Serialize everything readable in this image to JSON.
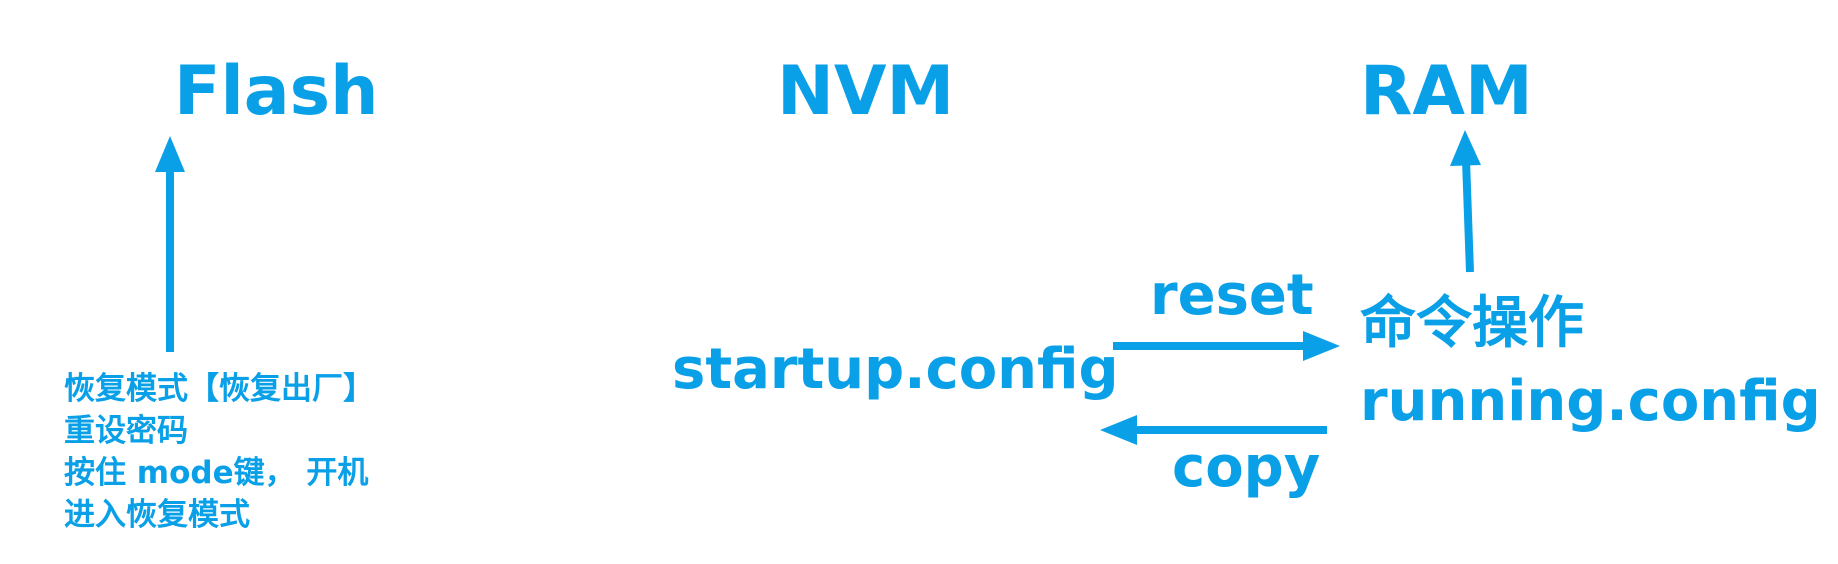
{
  "colors": {
    "accent": "#0aa0e8",
    "background": "#ffffff"
  },
  "headings": {
    "flash": "Flash",
    "nvm": "NVM",
    "ram": "RAM"
  },
  "nvm_file": "startup.config",
  "ram_block": {
    "line1": "命令操作",
    "line2": "running.config"
  },
  "edges": {
    "reset": "reset",
    "copy": "copy"
  },
  "flash_note": {
    "line1": "恢复模式【恢复出厂】",
    "line2": "重设密码",
    "line3": "按住 mode键， 开机",
    "line4": "进入恢复模式"
  }
}
